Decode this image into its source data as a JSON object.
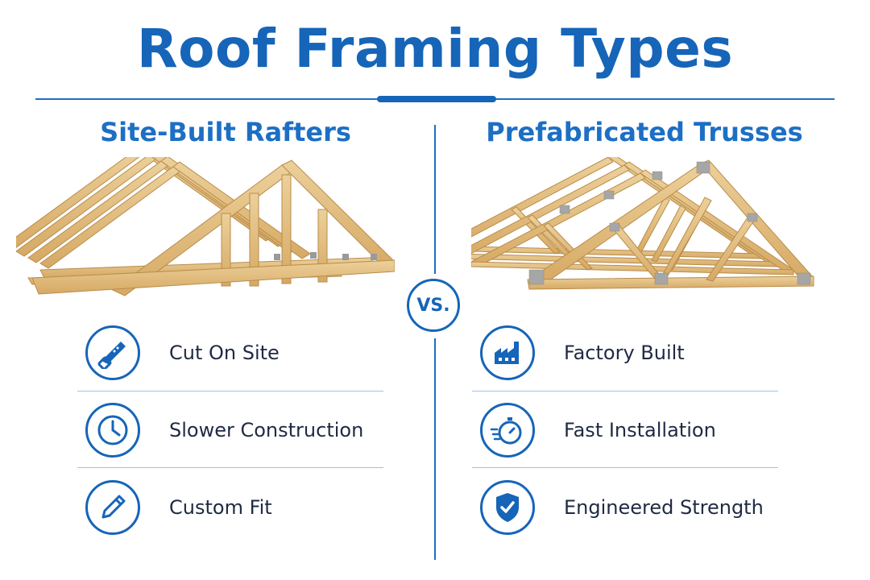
{
  "title": "Roof Framing Types",
  "vs_label": "VS.",
  "left": {
    "heading": "Site-Built Rafters",
    "features": [
      {
        "label": "Cut On Site",
        "icon": "saw-icon"
      },
      {
        "label": "Slower Construction",
        "icon": "clock-icon"
      },
      {
        "label": "Custom Fit",
        "icon": "pencil-icon"
      }
    ]
  },
  "right": {
    "heading": "Prefabricated Trusses",
    "features": [
      {
        "label": "Factory Built",
        "icon": "factory-icon"
      },
      {
        "label": "Fast Installation",
        "icon": "stopwatch-icon"
      },
      {
        "label": "Engineered Strength",
        "icon": "shield-check-icon"
      }
    ]
  },
  "colors": {
    "primary": "#1665b8",
    "wood": "#e3bf80",
    "wood_dark": "#b98c4b",
    "separator": "#9fc2e8"
  }
}
